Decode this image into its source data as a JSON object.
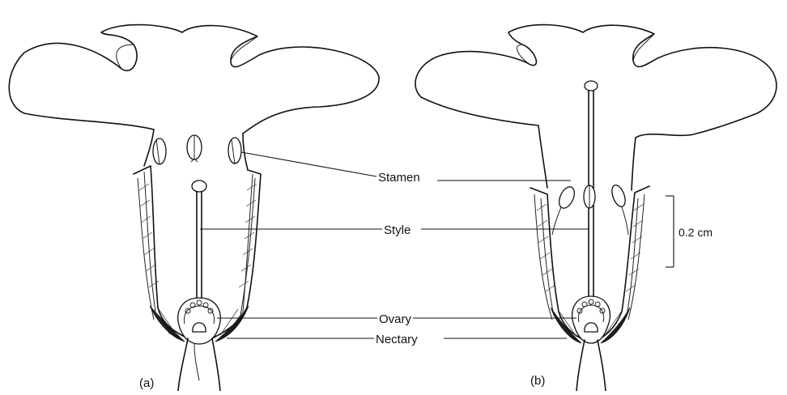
{
  "labels": {
    "stamen": "Stamen",
    "style": "Style",
    "ovary": "Ovary",
    "nectary": "Nectary"
  },
  "panels": {
    "a": "(a)",
    "b": "(b)"
  },
  "scale_bar": {
    "label": "0.2 cm"
  }
}
